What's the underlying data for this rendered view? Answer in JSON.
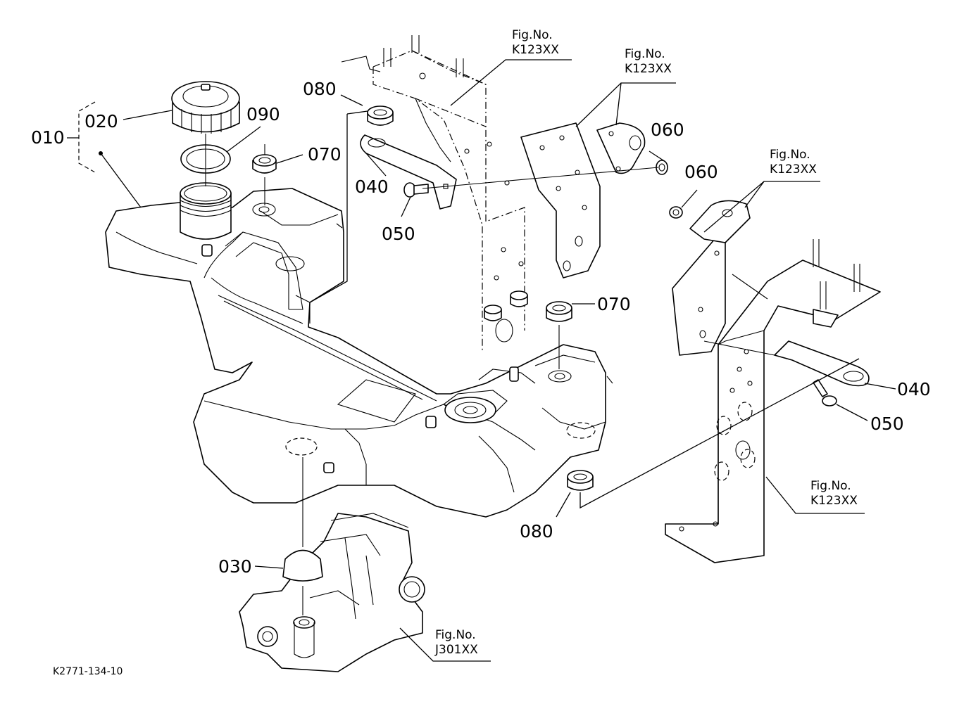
{
  "diagram": {
    "drawing_number": "K2771-134-10",
    "part_labels": [
      {
        "id": "010",
        "part": "fuel tank assembly"
      },
      {
        "id": "020",
        "part": "fuel cap"
      },
      {
        "id": "090",
        "part": "gasket ring"
      },
      {
        "id": "070",
        "part": "cushion (upper left)"
      },
      {
        "id": "080",
        "part": "cushion (upper)"
      },
      {
        "id": "040",
        "part": "tank band (left)"
      },
      {
        "id": "050",
        "part": "bolt (left)"
      },
      {
        "id": "060",
        "part": "nut (upper)"
      },
      {
        "id": "060",
        "part": "nut (right)"
      },
      {
        "id": "070",
        "part": "cushion (middle)"
      },
      {
        "id": "040",
        "part": "tank band (right)"
      },
      {
        "id": "050",
        "part": "bolt (right)"
      },
      {
        "id": "080",
        "part": "cushion (lower)"
      },
      {
        "id": "030",
        "part": "cushion (base)"
      }
    ],
    "fig_refs": [
      {
        "prefix": "Fig.No.",
        "number": "K123XX"
      },
      {
        "prefix": "Fig.No.",
        "number": "K123XX"
      },
      {
        "prefix": "Fig.No.",
        "number": "K123XX"
      },
      {
        "prefix": "Fig.No.",
        "number": "K123XX"
      },
      {
        "prefix": "Fig.No.",
        "number": "J301XX"
      }
    ]
  }
}
